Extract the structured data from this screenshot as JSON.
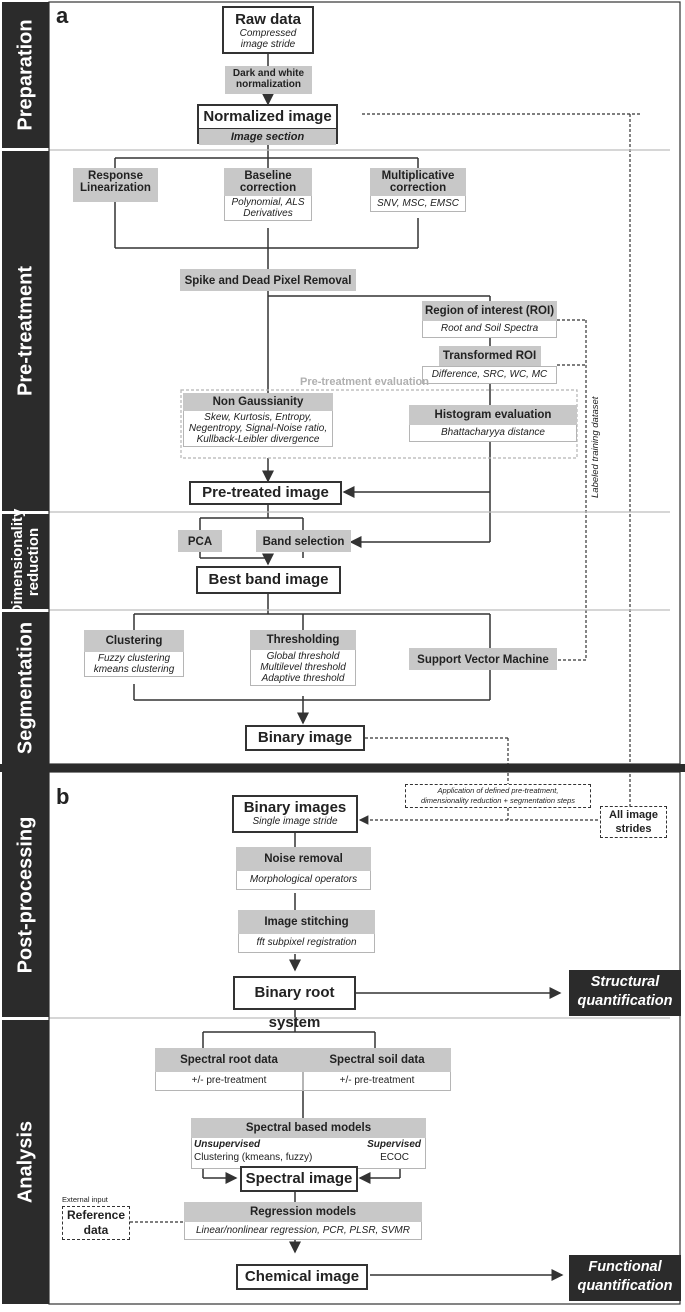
{
  "panels": {
    "a": "a",
    "b": "b"
  },
  "sections": {
    "preparation": "Preparation",
    "pretreatment": "Pre-treatment",
    "dimensionality_line1": "Dimensionality",
    "dimensionality_line2": "reduction",
    "segmentation": "Segmentation",
    "postprocessing": "Post-processing",
    "analysis": "Analysis"
  },
  "preparation": {
    "raw_data": "Raw data",
    "raw_data_sub1": "Compressed",
    "raw_data_sub2": "image stride",
    "normalization1": "Dark and white",
    "normalization2": "normalization",
    "normalized_image": "Normalized image",
    "image_section": "Image section"
  },
  "pretreatment": {
    "response1": "Response",
    "response2": "Linearization",
    "baseline1": "Baseline",
    "baseline2": "correction",
    "baseline_sub1": "Polynomial, ALS",
    "baseline_sub2": "Derivatives",
    "mult1": "Multiplicative",
    "mult2": "correction",
    "mult_sub": "SNV, MSC, EMSC",
    "spike": "Spike and Dead Pixel Removal",
    "roi": "Region of interest (ROI)",
    "roi_sub": "Root and Soil Spectra",
    "troi": "Transformed ROI",
    "troi_sub": "Difference, SRC, WC, MC",
    "eval_title": "Pre-treatment evaluation",
    "ng": "Non Gaussianity",
    "ng_sub1": "Skew, Kurtosis, Entropy,",
    "ng_sub2": "Negentropy, Signal-Noise ratio,",
    "ng_sub3": "Kullback-Leibler divergence",
    "hist": "Histogram evaluation",
    "hist_sub": "Bhattacharyya distance",
    "pretreated": "Pre-treated image",
    "labeled": "Labeled training dataset"
  },
  "dimred": {
    "pca": "PCA",
    "band_selection": "Band selection",
    "best_band": "Best band image"
  },
  "segmentation": {
    "clustering": "Clustering",
    "clustering_sub1": "Fuzzy clustering",
    "clustering_sub2": "kmeans clustering",
    "thresholding": "Thresholding",
    "thr_sub1": "Global threshold",
    "thr_sub2": "Multilevel threshold",
    "thr_sub3": "Adaptive threshold",
    "svm": "Support Vector Machine",
    "binary_image": "Binary image"
  },
  "postprocessing": {
    "application1": "Application of defined pre-treatment,",
    "application2": "dimensionality reduction + segmentation steps",
    "all_strides1": "All image",
    "all_strides2": "strides",
    "binary_images": "Binary images",
    "binary_images_sub": "Single image stride",
    "noise": "Noise removal",
    "noise_sub": "Morphological operators",
    "stitching": "Image stitching",
    "stitching_sub": "fft subpixel registration",
    "root_system": "Binary root system",
    "structural1": "Structural",
    "structural2": "quantification"
  },
  "analysis": {
    "root_data": "Spectral root data",
    "root_sub": "+/- pre-treatment",
    "soil_data": "Spectral soil data",
    "soil_sub": "+/- pre-treatment",
    "models": "Spectral based models",
    "unsupervised": "Unsupervised",
    "unsup_sub": "Clustering (kmeans, fuzzy)",
    "supervised": "Supervised",
    "sup_sub": "ECOC",
    "spectral_image": "Spectral image",
    "external": "External input",
    "reference1": "Reference",
    "reference2": "data",
    "regression": "Regression models",
    "regression_sub": "Linear/nonlinear regression, PCR, PLSR, SVMR",
    "chemical": "Chemical image",
    "functional1": "Functional",
    "functional2": "quantification"
  }
}
